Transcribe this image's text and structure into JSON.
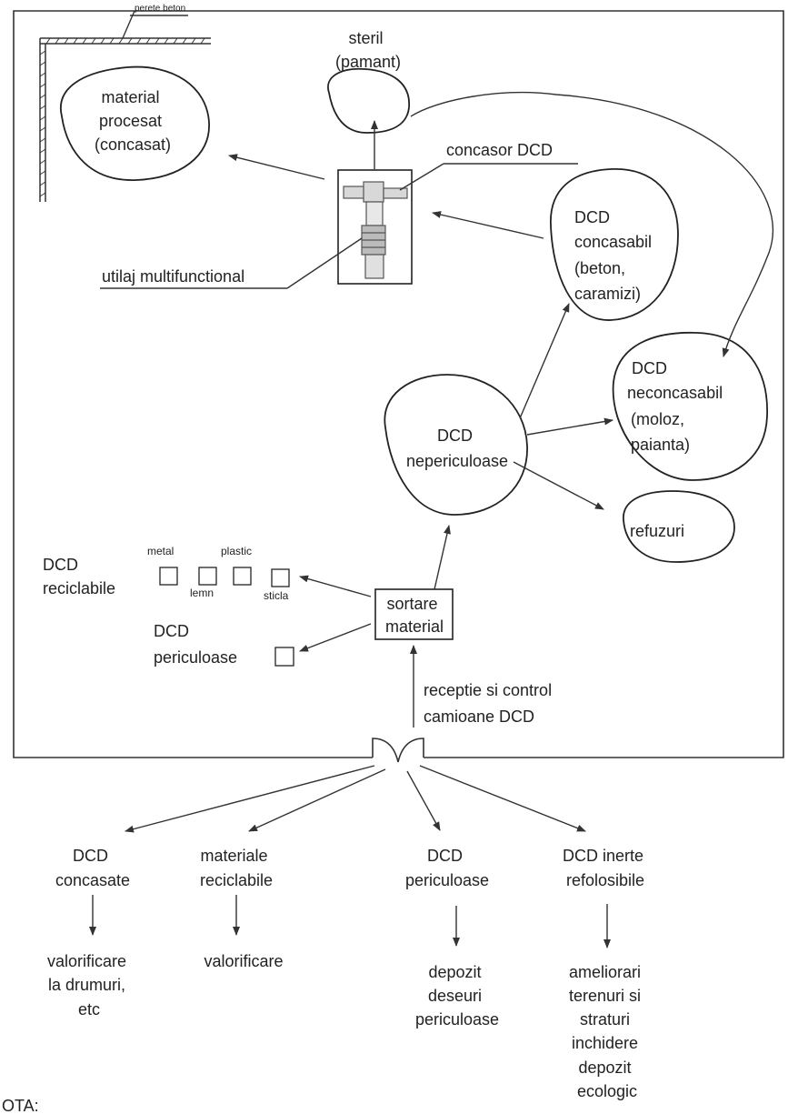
{
  "labels": {
    "perete_beton": "perete beton",
    "steril": [
      "steril",
      "(pamant)"
    ],
    "material_procesat": [
      "material",
      "procesat",
      "(concasat)"
    ],
    "concasor": "concasor DCD",
    "utilaj": "utilaj multifunctional",
    "dcd_concasabil": [
      "DCD",
      "concasabil",
      "(beton,",
      "caramizi)"
    ],
    "dcd_neconcasabil": [
      "DCD",
      "neconcasabil",
      "(moloz,",
      "paianta)"
    ],
    "dcd_nepericuloase": [
      "DCD",
      "nepericuloase"
    ],
    "refuzuri": "refuzuri",
    "dcd_reciclabile": [
      "DCD",
      "reciclabile"
    ],
    "bins_reciclabile": [
      "metal",
      "lemn",
      "plastic",
      "sticla"
    ],
    "dcd_periculoase": [
      "DCD",
      "periculoase"
    ],
    "sortare": [
      "sortare",
      "material"
    ],
    "receptie": [
      "receptie si control",
      "camioane DCD"
    ],
    "out_concasate": [
      "DCD",
      "concasate"
    ],
    "out_reciclabile": [
      "materiale",
      "reciclabile"
    ],
    "out_periculoase": [
      "DCD",
      "periculoase"
    ],
    "out_inerte": [
      "DCD inerte",
      "refolosibile"
    ],
    "dest_concasate": [
      "valorificare",
      "la drumuri,",
      "etc"
    ],
    "dest_reciclabile": [
      "valorificare"
    ],
    "dest_periculoase": [
      "depozit",
      "deseuri",
      "periculoase"
    ],
    "dest_inerte": [
      "ameliorari",
      "terenuri si",
      "straturi",
      "inchidere",
      "depozit",
      "ecologic"
    ],
    "nota": "OTA:"
  }
}
